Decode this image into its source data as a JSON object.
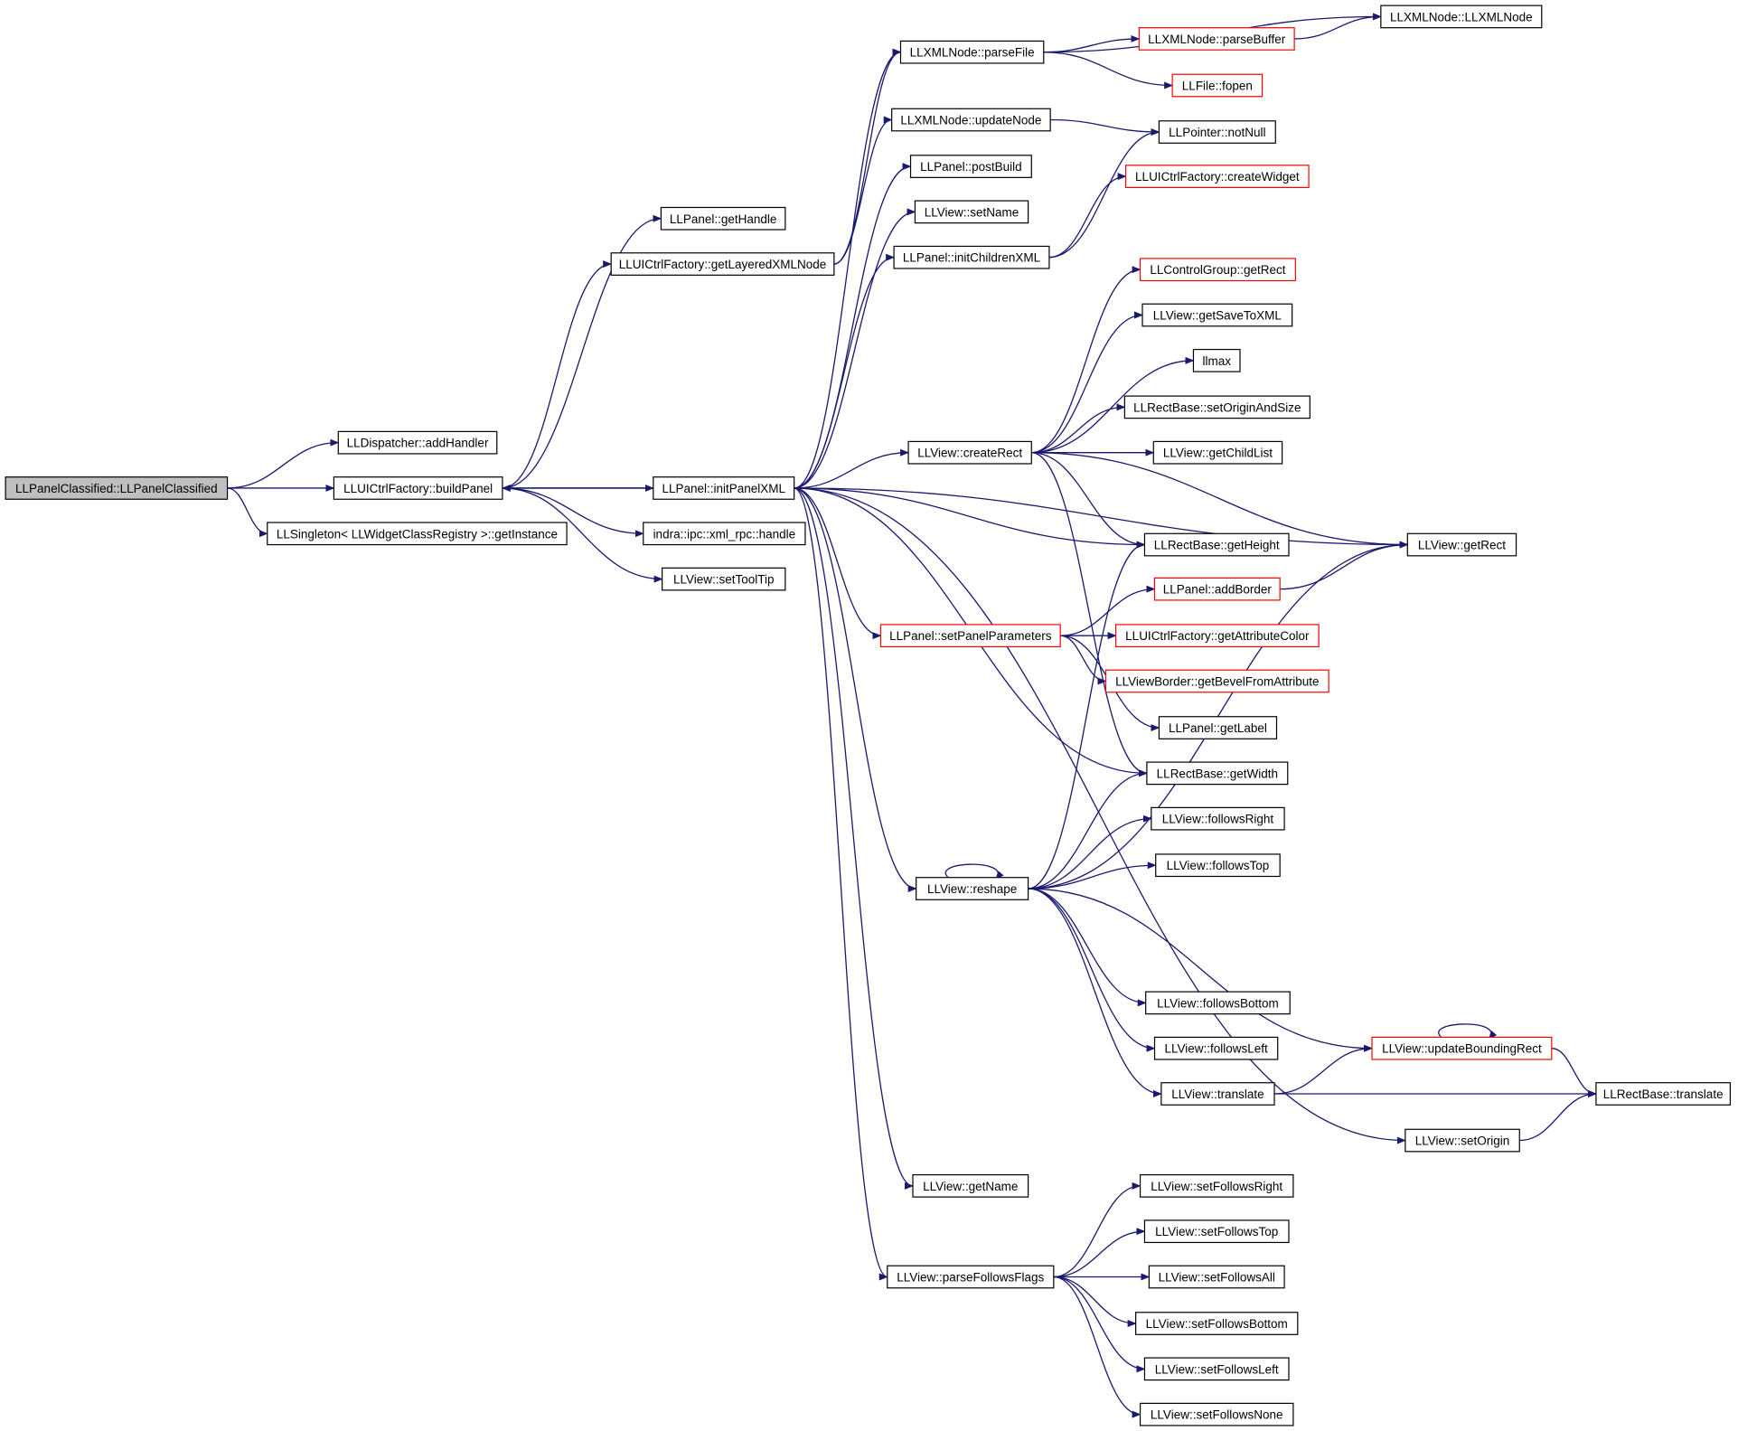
{
  "nodes": [
    {
      "id": "root",
      "label": "LLPanelClassified::LLPanelClassified",
      "status": "root"
    },
    {
      "id": "addHandler",
      "label": "LLDispatcher::addHandler",
      "status": "normal"
    },
    {
      "id": "buildPanel",
      "label": "LLUICtrlFactory::buildPanel",
      "status": "normal"
    },
    {
      "id": "getInstance",
      "label": "LLSingleton< LLWidgetClassRegistry >::getInstance",
      "status": "normal"
    },
    {
      "id": "getHandle",
      "label": "LLPanel::getHandle",
      "status": "normal"
    },
    {
      "id": "getLayeredXMLNode",
      "label": "LLUICtrlFactory::getLayeredXMLNode",
      "status": "normal"
    },
    {
      "id": "initPanelXML",
      "label": "LLPanel::initPanelXML",
      "status": "normal"
    },
    {
      "id": "xmlrpcHandle",
      "label": "indra::ipc::xml_rpc::handle",
      "status": "normal"
    },
    {
      "id": "setToolTip",
      "label": "LLView::setToolTip",
      "status": "normal"
    },
    {
      "id": "parseFile",
      "label": "LLXMLNode::parseFile",
      "status": "normal"
    },
    {
      "id": "updateNode",
      "label": "LLXMLNode::updateNode",
      "status": "normal"
    },
    {
      "id": "postBuild",
      "label": "LLPanel::postBuild",
      "status": "normal"
    },
    {
      "id": "setName",
      "label": "LLView::setName",
      "status": "normal"
    },
    {
      "id": "initChildrenXML",
      "label": "LLPanel::initChildrenXML",
      "status": "normal"
    },
    {
      "id": "createRect",
      "label": "LLView::createRect",
      "status": "normal"
    },
    {
      "id": "setPanelParameters",
      "label": "LLPanel::setPanelParameters",
      "status": "truncated"
    },
    {
      "id": "reshape",
      "label": "LLView::reshape",
      "status": "normal"
    },
    {
      "id": "getName",
      "label": "LLView::getName",
      "status": "normal"
    },
    {
      "id": "parseFollowsFlags",
      "label": "LLView::parseFollowsFlags",
      "status": "normal"
    },
    {
      "id": "LLXMLNodeCtor",
      "label": "LLXMLNode::LLXMLNode",
      "status": "normal"
    },
    {
      "id": "parseBuffer",
      "label": "LLXMLNode::parseBuffer",
      "status": "truncated"
    },
    {
      "id": "fopen",
      "label": "LLFile::fopen",
      "status": "truncated"
    },
    {
      "id": "notNull",
      "label": "LLPointer::notNull",
      "status": "normal"
    },
    {
      "id": "createWidget",
      "label": "LLUICtrlFactory::createWidget",
      "status": "truncated"
    },
    {
      "id": "cgGetRect",
      "label": "LLControlGroup::getRect",
      "status": "truncated"
    },
    {
      "id": "getSaveToXML",
      "label": "LLView::getSaveToXML",
      "status": "normal"
    },
    {
      "id": "llmax",
      "label": "llmax",
      "status": "normal"
    },
    {
      "id": "setOriginAndSize",
      "label": "LLRectBase::setOriginAndSize",
      "status": "normal"
    },
    {
      "id": "getChildList",
      "label": "LLView::getChildList",
      "status": "normal"
    },
    {
      "id": "getHeight",
      "label": "LLRectBase::getHeight",
      "status": "normal"
    },
    {
      "id": "addBorder",
      "label": "LLPanel::addBorder",
      "status": "truncated"
    },
    {
      "id": "getAttributeColor",
      "label": "LLUICtrlFactory::getAttributeColor",
      "status": "truncated"
    },
    {
      "id": "getBevelFromAttribute",
      "label": "LLViewBorder::getBevelFromAttribute",
      "status": "truncated"
    },
    {
      "id": "getLabel",
      "label": "LLPanel::getLabel",
      "status": "normal"
    },
    {
      "id": "getWidth",
      "label": "LLRectBase::getWidth",
      "status": "normal"
    },
    {
      "id": "followsRight",
      "label": "LLView::followsRight",
      "status": "normal"
    },
    {
      "id": "followsTop",
      "label": "LLView::followsTop",
      "status": "normal"
    },
    {
      "id": "followsBottom",
      "label": "LLView::followsBottom",
      "status": "normal"
    },
    {
      "id": "followsLeft",
      "label": "LLView::followsLeft",
      "status": "normal"
    },
    {
      "id": "translate",
      "label": "LLView::translate",
      "status": "normal"
    },
    {
      "id": "setFollowsRight",
      "label": "LLView::setFollowsRight",
      "status": "normal"
    },
    {
      "id": "setFollowsTop",
      "label": "LLView::setFollowsTop",
      "status": "normal"
    },
    {
      "id": "setFollowsAll",
      "label": "LLView::setFollowsAll",
      "status": "normal"
    },
    {
      "id": "setFollowsBottom",
      "label": "LLView::setFollowsBottom",
      "status": "normal"
    },
    {
      "id": "setFollowsLeft",
      "label": "LLView::setFollowsLeft",
      "status": "normal"
    },
    {
      "id": "setFollowsNone",
      "label": "LLView::setFollowsNone",
      "status": "normal"
    },
    {
      "id": "viewGetRect",
      "label": "LLView::getRect",
      "status": "normal"
    },
    {
      "id": "updateBoundingRect",
      "label": "LLView::updateBoundingRect",
      "status": "truncated"
    },
    {
      "id": "setOrigin",
      "label": "LLView::setOrigin",
      "status": "normal"
    },
    {
      "id": "rectTranslate",
      "label": "LLRectBase::translate",
      "status": "normal"
    }
  ],
  "edges": [
    [
      "root",
      "addHandler"
    ],
    [
      "root",
      "buildPanel"
    ],
    [
      "root",
      "getInstance"
    ],
    [
      "buildPanel",
      "getHandle"
    ],
    [
      "buildPanel",
      "getLayeredXMLNode"
    ],
    [
      "buildPanel",
      "initPanelXML"
    ],
    [
      "buildPanel",
      "xmlrpcHandle"
    ],
    [
      "buildPanel",
      "setToolTip"
    ],
    [
      "getLayeredXMLNode",
      "parseFile"
    ],
    [
      "getLayeredXMLNode",
      "updateNode"
    ],
    [
      "initPanelXML",
      "buildPanel"
    ],
    [
      "initPanelXML",
      "parseFile"
    ],
    [
      "initPanelXML",
      "postBuild"
    ],
    [
      "initPanelXML",
      "setName"
    ],
    [
      "initPanelXML",
      "initChildrenXML"
    ],
    [
      "initPanelXML",
      "viewGetRect"
    ],
    [
      "initPanelXML",
      "createRect"
    ],
    [
      "initPanelXML",
      "getHeight"
    ],
    [
      "initPanelXML",
      "setPanelParameters"
    ],
    [
      "initPanelXML",
      "getWidth"
    ],
    [
      "initPanelXML",
      "reshape"
    ],
    [
      "initPanelXML",
      "setOrigin"
    ],
    [
      "initPanelXML",
      "getName"
    ],
    [
      "initPanelXML",
      "parseFollowsFlags"
    ],
    [
      "parseFile",
      "LLXMLNodeCtor"
    ],
    [
      "parseFile",
      "parseBuffer"
    ],
    [
      "parseFile",
      "fopen"
    ],
    [
      "parseBuffer",
      "LLXMLNodeCtor"
    ],
    [
      "updateNode",
      "notNull"
    ],
    [
      "initChildrenXML",
      "notNull"
    ],
    [
      "initChildrenXML",
      "createWidget"
    ],
    [
      "createRect",
      "cgGetRect"
    ],
    [
      "createRect",
      "getSaveToXML"
    ],
    [
      "createRect",
      "llmax"
    ],
    [
      "createRect",
      "setOriginAndSize"
    ],
    [
      "createRect",
      "getChildList"
    ],
    [
      "createRect",
      "getHeight"
    ],
    [
      "createRect",
      "viewGetRect"
    ],
    [
      "createRect",
      "getWidth"
    ],
    [
      "setPanelParameters",
      "addBorder"
    ],
    [
      "setPanelParameters",
      "getAttributeColor"
    ],
    [
      "setPanelParameters",
      "getBevelFromAttribute"
    ],
    [
      "setPanelParameters",
      "getLabel"
    ],
    [
      "addBorder",
      "viewGetRect"
    ],
    [
      "reshape",
      "reshape"
    ],
    [
      "reshape",
      "getHeight"
    ],
    [
      "reshape",
      "getWidth"
    ],
    [
      "reshape",
      "followsRight"
    ],
    [
      "reshape",
      "followsTop"
    ],
    [
      "reshape",
      "viewGetRect"
    ],
    [
      "reshape",
      "followsBottom"
    ],
    [
      "reshape",
      "followsLeft"
    ],
    [
      "reshape",
      "translate"
    ],
    [
      "reshape",
      "updateBoundingRect"
    ],
    [
      "translate",
      "updateBoundingRect"
    ],
    [
      "translate",
      "rectTranslate"
    ],
    [
      "updateBoundingRect",
      "updateBoundingRect"
    ],
    [
      "updateBoundingRect",
      "rectTranslate"
    ],
    [
      "setOrigin",
      "rectTranslate"
    ],
    [
      "parseFollowsFlags",
      "setFollowsRight"
    ],
    [
      "parseFollowsFlags",
      "setFollowsTop"
    ],
    [
      "parseFollowsFlags",
      "setFollowsAll"
    ],
    [
      "parseFollowsFlags",
      "setFollowsBottom"
    ],
    [
      "parseFollowsFlags",
      "setFollowsLeft"
    ],
    [
      "parseFollowsFlags",
      "setFollowsNone"
    ]
  ],
  "colors": {
    "edge": "#191970",
    "box_border": "#000000",
    "truncated_border": "#ff0000",
    "root_fill": "#bfbfbf"
  }
}
